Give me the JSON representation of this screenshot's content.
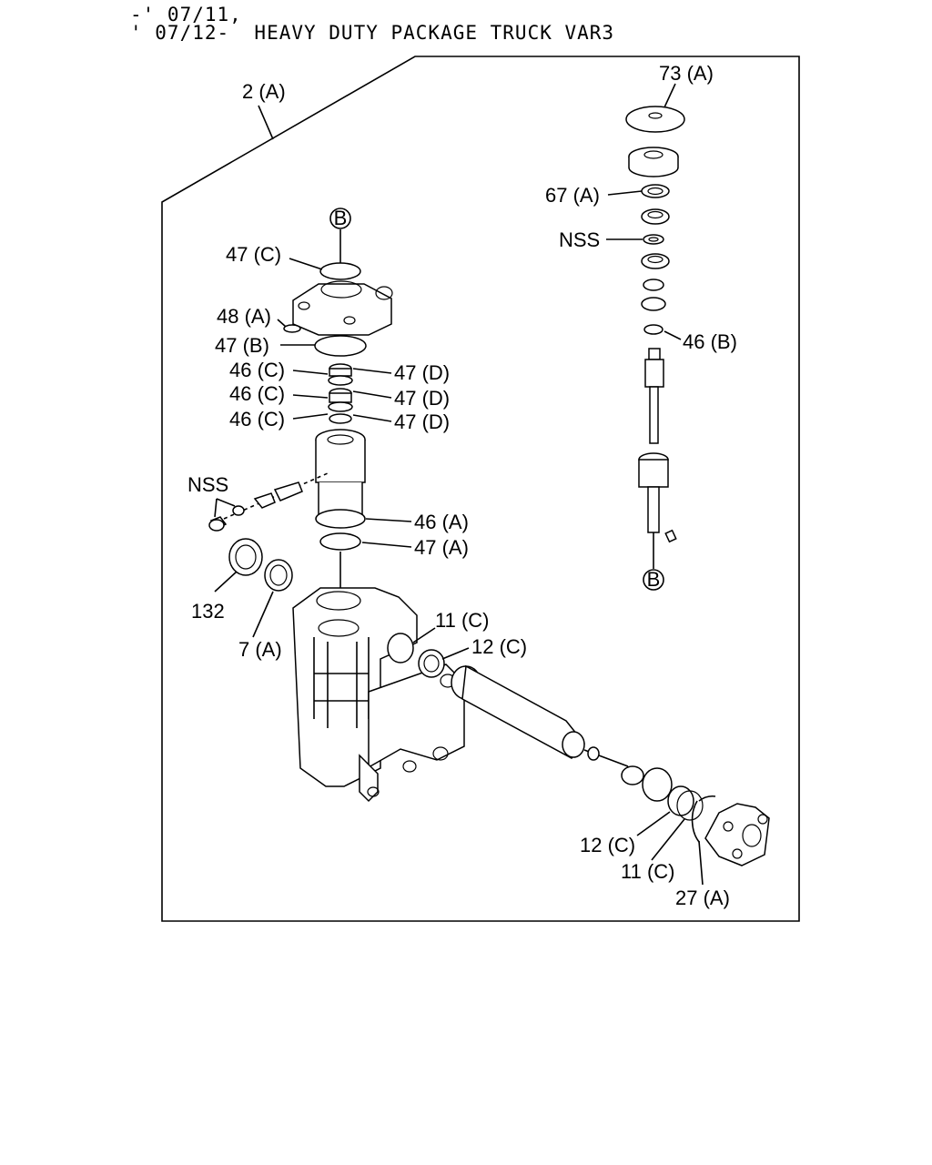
{
  "header": {
    "line1": "-' 07/11,",
    "line2": "' 07/12-  HEAVY DUTY PACKAGE TRUCK VAR3"
  },
  "labels": {
    "assy": "2 (A)",
    "top_plate": "73 (A)",
    "bearing_top": "67 (A)",
    "nss_right": "NSS",
    "oring_right": "46 (B)",
    "ref_top": "B",
    "ref_bottom": "B",
    "l47c": "47 (C)",
    "l48a": "48 (A)",
    "l47b": "47 (B)",
    "l46c_1": "46 (C)",
    "l46c_2": "46 (C)",
    "l46c_3": "46 (C)",
    "l47d_1": "47 (D)",
    "l47d_2": "47 (D)",
    "l47d_3": "47 (D)",
    "nss_left": "NSS",
    "l46a": "46 (A)",
    "l47a": "47 (A)",
    "l132": "132",
    "l7a": "7 (A)",
    "l11c_top": "11 (C)",
    "l12c_top": "12 (C)",
    "l12c_bot": "12 (C)",
    "l11c_bot": "11 (C)",
    "l27a": "27 (A)"
  }
}
